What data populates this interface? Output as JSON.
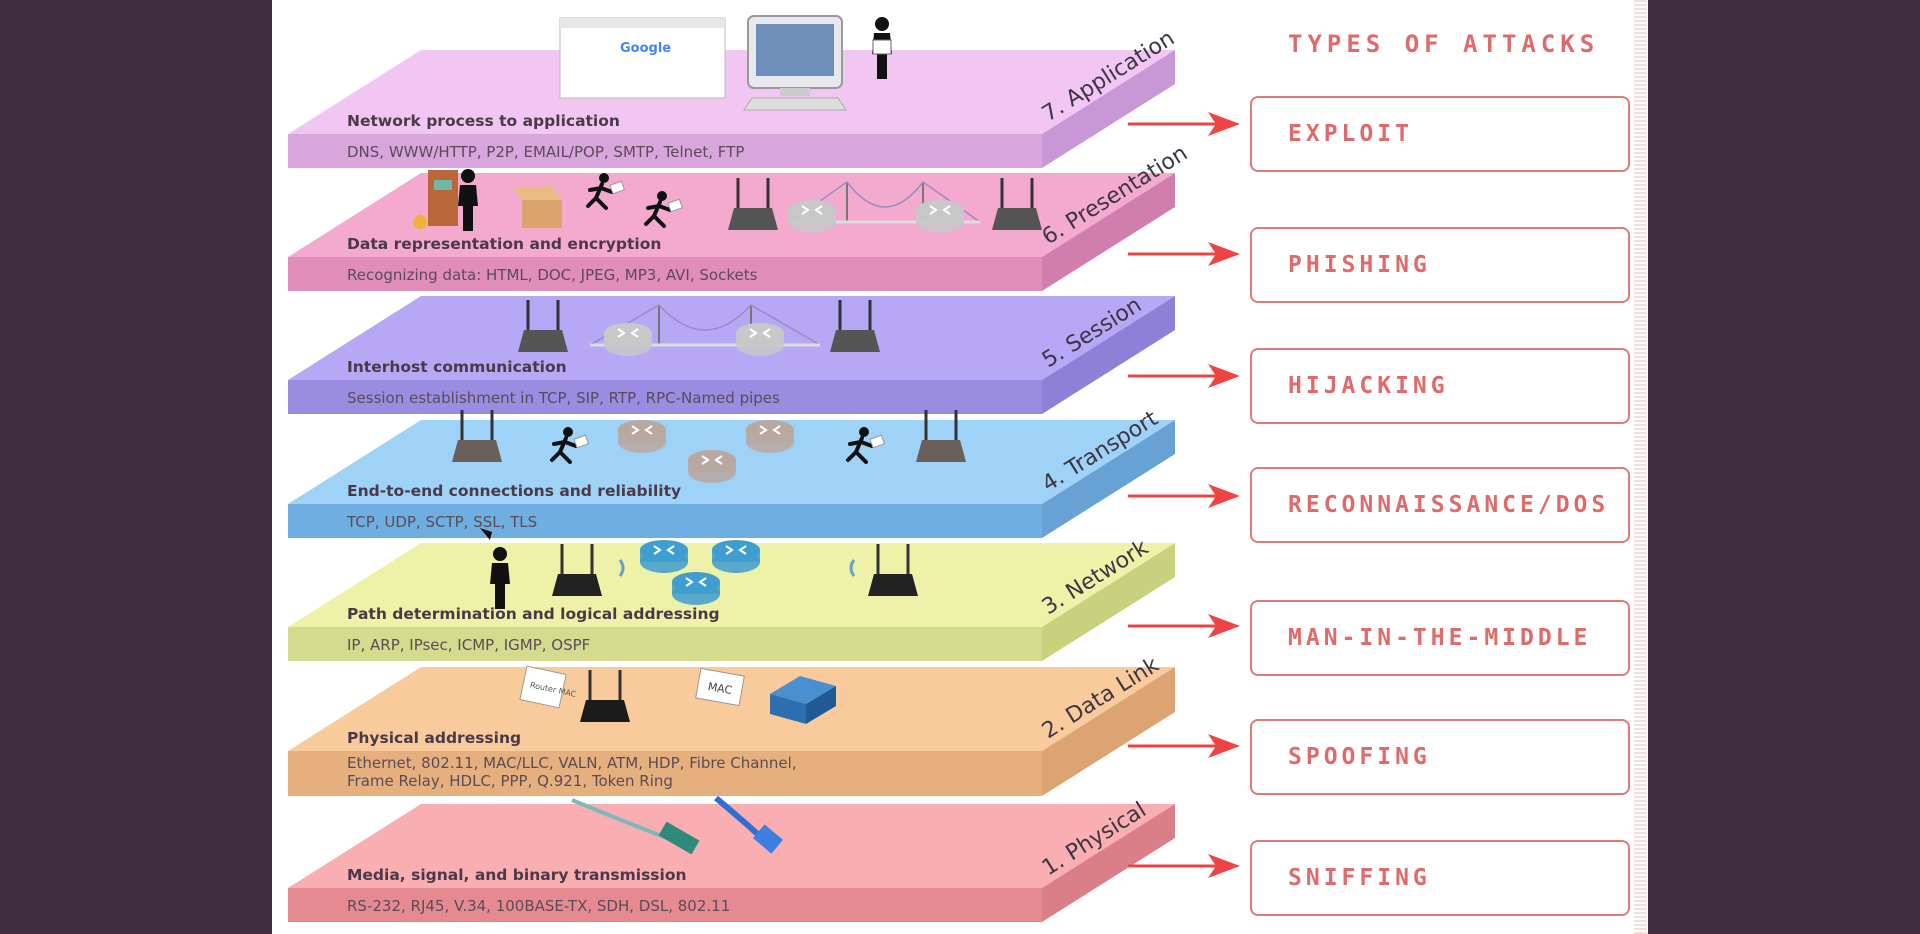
{
  "colors": {
    "background": "#3e2d3d",
    "canvas": "#ffffff",
    "attack_accent": "#e06a6a",
    "arrow": "#ee4444"
  },
  "layers": [
    {
      "number": 7,
      "name": "7. Application",
      "title": "Network process to application",
      "protocols": [
        "DNS, WWW/HTTP, P2P, EMAIL/POP, SMTP, Telnet, FTP"
      ],
      "colors": {
        "top": "#f2c6f2",
        "front": "#d9a5dd",
        "side": "#c898d6"
      },
      "icons": [
        "browser-window-icon",
        "desktop-computer-icon",
        "person-with-envelope-icon"
      ],
      "browser_logo_text": "Google"
    },
    {
      "number": 6,
      "name": "6. Presentation",
      "title": "Data representation and encryption",
      "protocols": [
        "Recognizing data: HTML, DOC, JPEG, MP3, AVI, Sockets"
      ],
      "colors": {
        "top": "#f4a9cf",
        "front": "#e08dba",
        "side": "#d07ead"
      },
      "icons": [
        "door-lock-person-icon",
        "open-box-icon",
        "running-courier-icon",
        "running-courier-icon",
        "router-icon",
        "suspension-bridge-icon",
        "router-icon"
      ]
    },
    {
      "number": 5,
      "name": "5. Session",
      "title": "Interhost communication",
      "protocols": [
        "Session establishment in TCP, SIP, RTP, RPC-Named pipes"
      ],
      "colors": {
        "top": "#b6a8f4",
        "front": "#9a8ce0",
        "side": "#8e80d6"
      },
      "icons": [
        "router-icon",
        "suspension-bridge-icon",
        "router-icon"
      ]
    },
    {
      "number": 4,
      "name": "4. Transport",
      "title": "End-to-end connections and reliability",
      "protocols": [
        "TCP, UDP, SCTP, SSL, TLS"
      ],
      "colors": {
        "top": "#9fd2f7",
        "front": "#6eaee0",
        "side": "#68a2d4"
      },
      "icons": [
        "router-icon",
        "running-courier-icon",
        "network-router-icon",
        "network-router-icon",
        "network-router-icon",
        "running-courier-icon",
        "router-icon"
      ]
    },
    {
      "number": 3,
      "name": "3. Network",
      "title": "Path determination and logical addressing",
      "protocols": [
        "IP, ARP, IPsec, ICMP, IGMP, OSPF"
      ],
      "colors": {
        "top": "#eef2a8",
        "front": "#d3dc8e",
        "side": "#c8d17e"
      },
      "icons": [
        "person-with-flag-icon",
        "wifi-router-icon",
        "network-router-icon",
        "network-router-icon",
        "network-router-icon",
        "wifi-router-icon"
      ]
    },
    {
      "number": 2,
      "name": "2. Data Link",
      "title": "Physical addressing",
      "protocols": [
        "Ethernet, 802.11, MAC/LLC, VALN, ATM, HDP, Fibre Channel,",
        "Frame Relay, HDLC,  PPP, Q.921, Token Ring"
      ],
      "colors": {
        "top": "#f9cb9c",
        "front": "#e6b07e",
        "side": "#dba472"
      },
      "icons": [
        "router-mac-tag-icon",
        "wifi-router-icon",
        "mac-tag-icon",
        "network-switch-icon"
      ],
      "tag_labels": [
        "Router MAC",
        "MAC"
      ]
    },
    {
      "number": 1,
      "name": "1. Physical",
      "title": "Media, signal, and binary transmission",
      "protocols": [
        "RS-232, RJ45, V.34, 100BASE-TX, SDH, DSL, 802.11"
      ],
      "colors": {
        "top": "#f9aeb2",
        "front": "#e68a92",
        "side": "#da7e88"
      },
      "icons": [
        "fiber-optic-cable-icon",
        "ethernet-cable-icon"
      ]
    }
  ],
  "attacks": {
    "title": "TYPES OF ATTACKS",
    "items": [
      {
        "label": "EXPLOIT",
        "layer": 7
      },
      {
        "label": "PHISHING",
        "layer": 6
      },
      {
        "label": "HIJACKING",
        "layer": 5
      },
      {
        "label": "RECONNAISSANCE/DOS",
        "layer": 4
      },
      {
        "label": "MAN-IN-THE-MIDDLE",
        "layer": 3
      },
      {
        "label": "SPOOFING",
        "layer": 2
      },
      {
        "label": "SNIFFING",
        "layer": 1
      }
    ]
  }
}
